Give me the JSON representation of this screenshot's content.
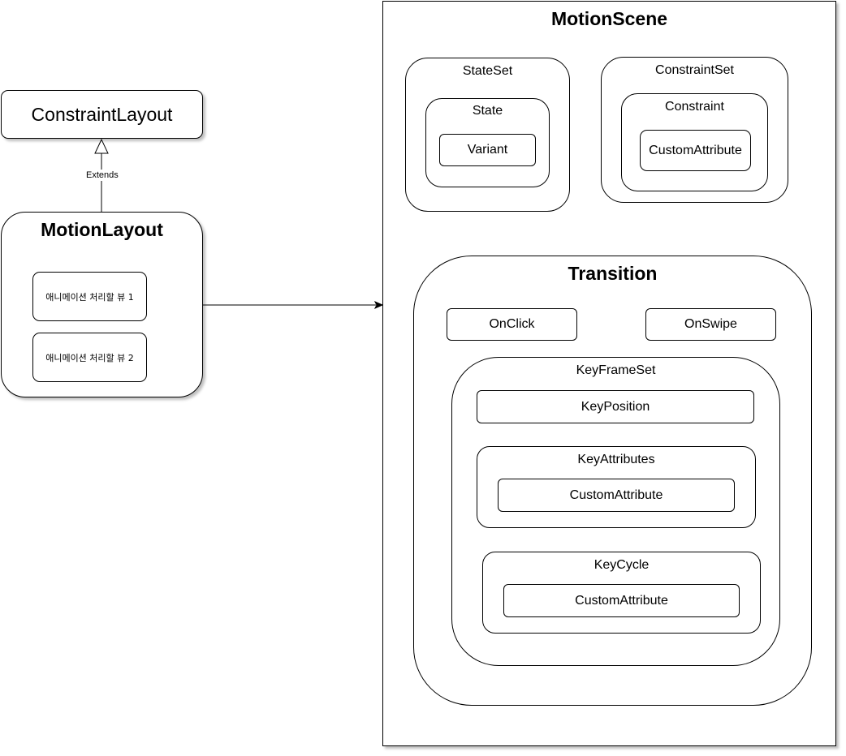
{
  "constraint_layout": {
    "title": "ConstraintLayout"
  },
  "extends_edge": {
    "label": "Extends"
  },
  "motion_layout": {
    "title": "MotionLayout",
    "views": [
      "애니메이션 처리할 뷰 1",
      "애니메이션 처리할 뷰 2"
    ]
  },
  "motion_scene": {
    "title": "MotionScene",
    "state_set": {
      "title": "StateSet",
      "state": {
        "title": "State",
        "variant": "Variant"
      }
    },
    "constraint_set": {
      "title": "ConstraintSet",
      "constraint": {
        "title": "Constraint",
        "custom_attribute": "CustomAttribute"
      }
    },
    "transition": {
      "title": "Transition",
      "on_click": "OnClick",
      "on_swipe": "OnSwipe",
      "key_frame_set": {
        "title": "KeyFrameSet",
        "key_position": "KeyPosition",
        "key_attributes": {
          "title": "KeyAttributes",
          "custom_attribute": "CustomAttribute"
        },
        "key_cycle": {
          "title": "KeyCycle",
          "custom_attribute": "CustomAttribute"
        }
      }
    }
  }
}
